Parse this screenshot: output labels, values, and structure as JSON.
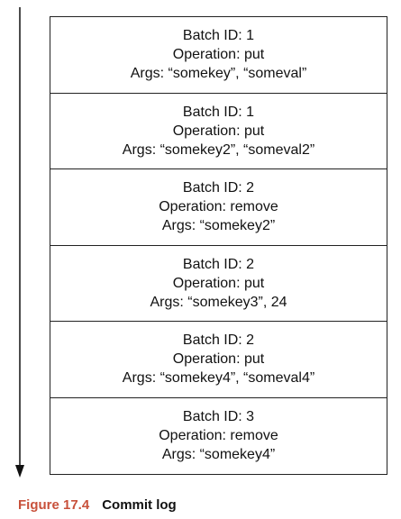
{
  "figure": {
    "number": "Figure 17.4",
    "title": "Commit log"
  },
  "log_entries": [
    {
      "batch": "Batch ID: 1",
      "operation": "Operation: put",
      "args": "Args: “somekey”, “someval”"
    },
    {
      "batch": "Batch ID: 1",
      "operation": "Operation: put",
      "args": "Args: “somekey2”, “someval2”"
    },
    {
      "batch": "Batch ID: 2",
      "operation": "Operation: remove",
      "args": "Args: “somekey2”"
    },
    {
      "batch": "Batch ID: 2",
      "operation": "Operation: put",
      "args": "Args: “somekey3”, 24"
    },
    {
      "batch": "Batch ID: 2",
      "operation": "Operation: put",
      "args": "Args: “somekey4”, “someval4”"
    },
    {
      "batch": "Batch ID: 3",
      "operation": "Operation: remove",
      "args": "Args: “somekey4”"
    }
  ]
}
